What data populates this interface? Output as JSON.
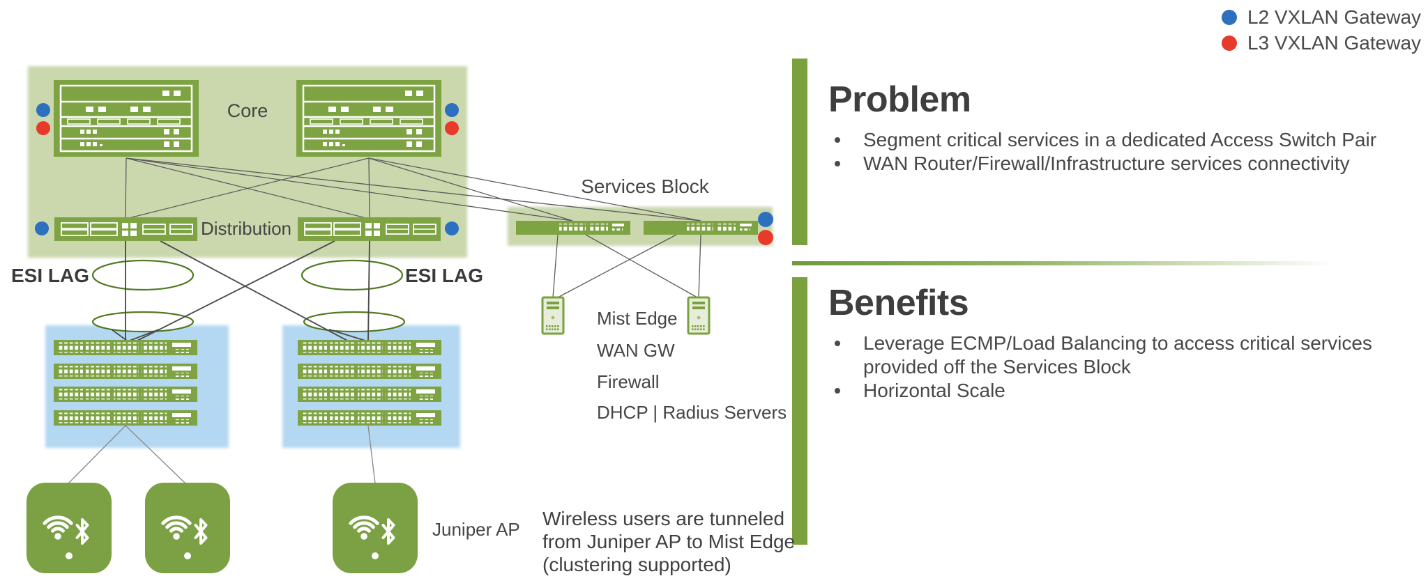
{
  "slide": {
    "legend": {
      "l2": {
        "label": "L2 VXLAN Gateway",
        "color": "#2d70bd"
      },
      "l3": {
        "label": "L3 VXLAN Gateway",
        "color": "#e73a2b"
      }
    },
    "diagram": {
      "core_label": "Core",
      "distribution_label": "Distribution",
      "esi_lag_left": "ESI LAG",
      "esi_lag_right": "ESI LAG",
      "services_block_label": "Services Block",
      "services": [
        "Mist Edge",
        "WAN GW",
        "Firewall",
        "DHCP | Radius Servers"
      ],
      "juniper_ap_label": "Juniper AP",
      "wireless_note": "Wireless users are tunneled from Juniper AP to Mist Edge (clustering supported)"
    },
    "problem": {
      "title": "Problem",
      "bullets": [
        "Segment critical services in a dedicated Access Switch Pair",
        "WAN Router/Firewall/Infrastructure services connectivity"
      ]
    },
    "benefits": {
      "title": "Benefits",
      "bullets": [
        "Leverage ECMP/Load Balancing to access critical services provided off the Services Block",
        "Horizontal Scale"
      ]
    },
    "colors": {
      "accent_green": "#7aa13e",
      "device_green": "#7da343",
      "panel_green": "#cbd7ad",
      "panel_blue": "#b4d8f1",
      "l2_blue": "#2d70bd",
      "l3_red": "#e73a2b",
      "ellipse_stroke": "#527a22",
      "line_gray": "#5c5c5c"
    }
  }
}
